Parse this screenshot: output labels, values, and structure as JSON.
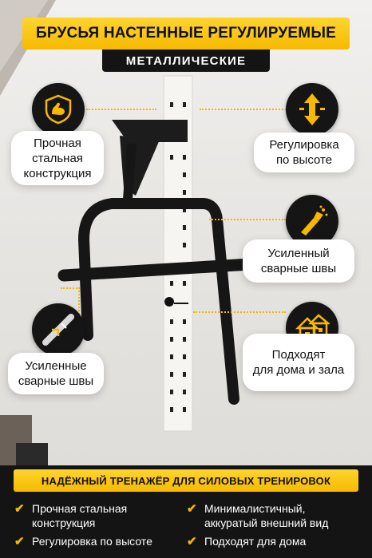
{
  "title": "БРУСЬЯ НАСТЕННЫЕ РЕГУЛИРУЕМЫЕ",
  "subtitle": "МЕТАЛЛИЧЕСКИЕ",
  "features": [
    {
      "line1": "Прочная",
      "line2": "стальная",
      "line3": "конструкция",
      "icon": "flexed-arm-shield-icon"
    },
    {
      "line1": "Регулировка",
      "line2": "по высоте",
      "icon": "height-arrows-icon"
    },
    {
      "line1": "Усиленный",
      "line2": "сварные швы",
      "icon": "welding-torch-icon"
    },
    {
      "line1": "Усиленные",
      "line2": "сварные швы",
      "icon": "pipe-weld-icon"
    },
    {
      "line1": "Подходят",
      "line2": "для дома и зала",
      "icon": "house-icon"
    }
  ],
  "bottom": {
    "banner": "НАДЁЖНЫЙ ТРЕНАЖЁР ДЛЯ СИЛОВЫХ ТРЕНИРОВОК",
    "items": [
      {
        "line1": "Прочная стальная",
        "line2": "конструкция"
      },
      {
        "line1": "Регулировка по высоте",
        "line2": ""
      },
      {
        "line1": "Минималистичный,",
        "line2": "аккуратый внешний вид"
      },
      {
        "line1": "Подходят для дома",
        "line2": ""
      }
    ]
  },
  "colors": {
    "accent": "#f6b900",
    "dark": "#141414",
    "card": "#ffffff"
  }
}
